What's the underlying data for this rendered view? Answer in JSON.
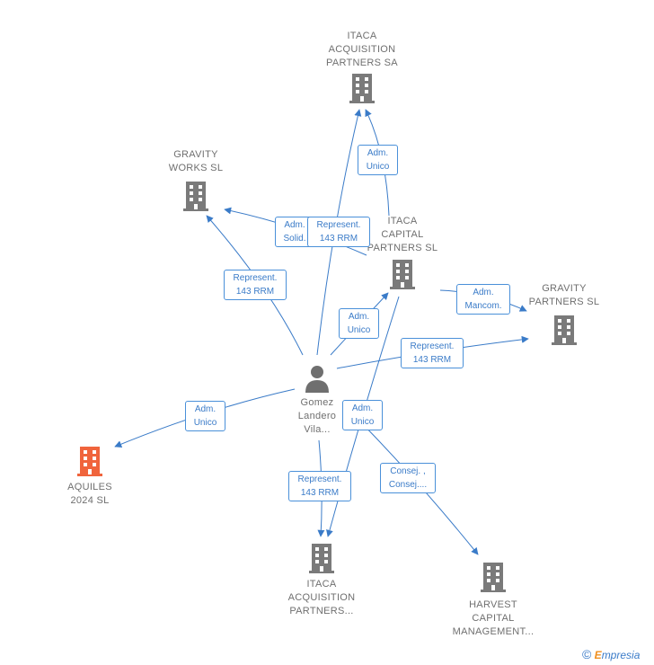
{
  "colors": {
    "edge": "#3a7bc8",
    "company_icon": "#7a7a7a",
    "focus_icon": "#f0643c",
    "person_icon": "#6f6f6f"
  },
  "nodes": {
    "itaca_top": {
      "label": "ITACA\nACQUISITION\nPARTNERS SA"
    },
    "gravity_works": {
      "label": "GRAVITY\nWORKS  SL"
    },
    "itaca_capital": {
      "label": "ITACA\nCAPITAL\nPARTNERS  SL"
    },
    "gravity_partners": {
      "label": "GRAVITY\nPARTNERS  SL"
    },
    "person": {
      "label": "Gomez\nLandero\nVila..."
    },
    "aquiles": {
      "label": "AQUILES\n2024  SL"
    },
    "itaca_bottom": {
      "label": "ITACA\nACQUISITION\nPARTNERS..."
    },
    "harvest": {
      "label": "HARVEST\nCAPITAL\nMANAGEMENT..."
    }
  },
  "edge_labels": {
    "adm_unico_top": "Adm.\nUnico",
    "adm_solid": "Adm.\nSolid.",
    "represent_top": "Represent.\n143 RRM",
    "represent_works": "Represent.\n143 RRM",
    "adm_unico_capital": "Adm.\nUnico",
    "adm_mancom": "Adm.\nMancom.",
    "represent_gravity": "Represent.\n143 RRM",
    "adm_unico_aquiles": "Adm.\nUnico",
    "adm_unico_bottom": "Adm.\nUnico",
    "consej": "Consej. ,\nConsej....",
    "represent_bottom": "Represent.\n143 RRM"
  },
  "watermark": {
    "symbol": "©",
    "brand_first": "E",
    "brand_rest": "mpresia"
  }
}
